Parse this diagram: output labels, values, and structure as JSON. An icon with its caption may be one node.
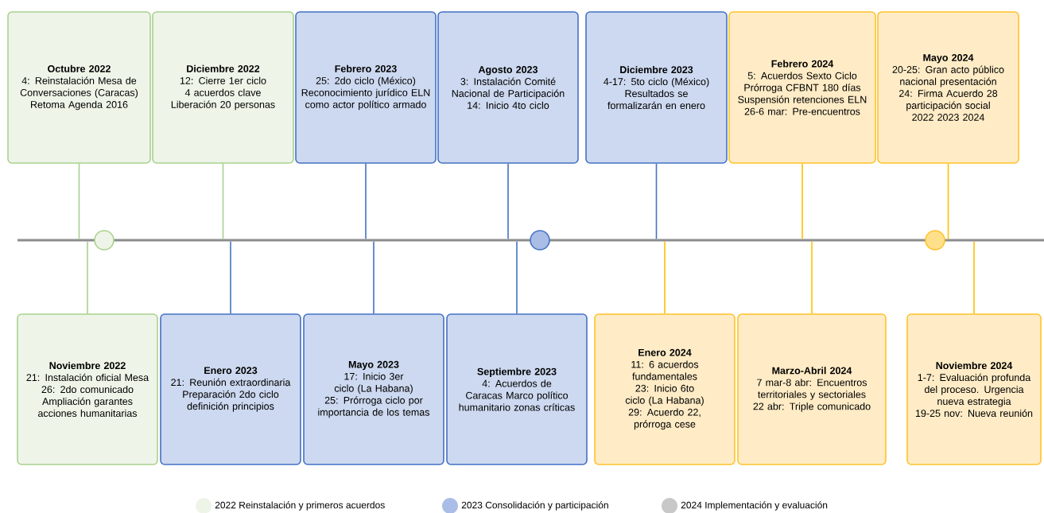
{
  "diagram": {
    "nodes": [
      {
        "text": [
          "Octubre 2022",
          "4: Reinstalación Mesa de Conversaciones (Caracas)",
          "Retoma Agenda 2016"
        ]
      },
      {
        "text": [
          "Diciembre 2022",
          "12: Cierre 1er ciclo",
          "4 acuerdos clave",
          "Liberación 20 personas"
        ]
      },
      {
        "text": [
          "Febrero 2023",
          "25: 2do ciclo (México)",
          "Reconocimiento jurídico ELN como actor político armado"
        ]
      },
      {
        "text": [
          "Agosto 2023",
          "3: Instalación Comité Nacional de Participación",
          "14: Inicio 4to ciclo"
        ]
      },
      {
        "text": [
          "Diciembre 2023",
          "4-17: 5to ciclo (México)",
          "Resultados se formalizarán en enero"
        ]
      },
      {
        "text": [
          "Febrero 2024",
          "5: Acuerdos Sexto Ciclo",
          "Prórroga CFBNT 180 días",
          "Suspensión retenciones ELN",
          "26-6 mar: Pre-encuentros"
        ]
      },
      {
        "text": [
          "Mayo 2024",
          "20-25: Gran acto público nacional presentación",
          "24: Firma Acuerdo 28 participación social 2022 2023 2024"
        ]
      },
      {
        "text": [],
        "shape": "bar"
      },
      {
        "text": [],
        "shape": "circle"
      },
      {
        "text": [],
        "shape": "circle"
      },
      {
        "text": [],
        "shape": "circle"
      },
      {
        "text": [
          "Noviembre 2022",
          "21: Instalación oficial Mesa",
          "26: 2do comunicado",
          "Ampliación garantes acciones humanitarias"
        ]
      },
      {
        "text": [
          "Enero 2023",
          "21: Reunión extraordinaria",
          "Preparación 2do ciclo definición principios"
        ]
      },
      {
        "text": [
          "Mayo 2023",
          "17: Inicio 3er ciclo (La Habana)",
          "25: Prórroga ciclo por importancia de los temas"
        ]
      },
      {
        "text": [
          "Septiembre 2023",
          "4: Acuerdos de Caracas Marco político humanitario zonas críticas"
        ]
      },
      {
        "text": [
          "Enero 2024",
          "11: 6 acuerdos fundamentales",
          "23: Inicio 6to ciclo (La Habana)",
          "29: Acuerdo 22, prórroga cese"
        ]
      },
      {
        "text": [
          "Marzo-Abril 2024",
          "7 mar-8 abr: Encuentros territoriales y sectoriales",
          "22 abr: Triple comunicado"
        ]
      },
      {
        "text": [
          "Noviembre 2024",
          "1-7: Evaluación profunda del proceso. Urgencia nueva estrategia",
          "19-25 nov: Nueva reunión"
        ]
      }
    ],
    "edges": [
      {
        "from": 0,
        "to": 7,
        "arrow": "none",
        "color": "#a9d18e"
      },
      {
        "from": 1,
        "to": 7,
        "arrow": "none",
        "color": "#a9d18e"
      },
      {
        "from": 2,
        "to": 7,
        "arrow": "none"
      },
      {
        "from": 3,
        "to": 7,
        "arrow": "none"
      },
      {
        "from": 4,
        "to": 7,
        "arrow": "none"
      },
      {
        "from": 5,
        "to": 7,
        "arrow": "none",
        "color": "#ffc000"
      },
      {
        "from": 6,
        "to": 7,
        "arrow": "none",
        "color": "#ffc000"
      },
      {
        "from": 11,
        "to": 7,
        "arrow": "none",
        "color": "#a9d18e"
      },
      {
        "from": 12,
        "to": 7,
        "arrow": "none"
      },
      {
        "from": 13,
        "to": 7,
        "arrow": "none"
      },
      {
        "from": 14,
        "to": 7,
        "arrow": "none"
      },
      {
        "from": 15,
        "to": 7,
        "arrow": "none",
        "color": "#ffc000"
      },
      {
        "from": 16,
        "to": 7,
        "arrow": "none",
        "color": "#ffc000"
      },
      {
        "from": 17,
        "to": 7,
        "arrow": "none",
        "color": "#ffc000"
      }
    ],
    "legend": [
      {
        "text": "2022 Reinstalación y primeros acuerdos",
        "color": "#eef5e8"
      },
      {
        "text": "2023 Consolidación y participación",
        "color": "#a9bde6"
      },
      {
        "text": "2024 Implementación y evaluación",
        "color": "#c8c8c8"
      }
    ]
  }
}
